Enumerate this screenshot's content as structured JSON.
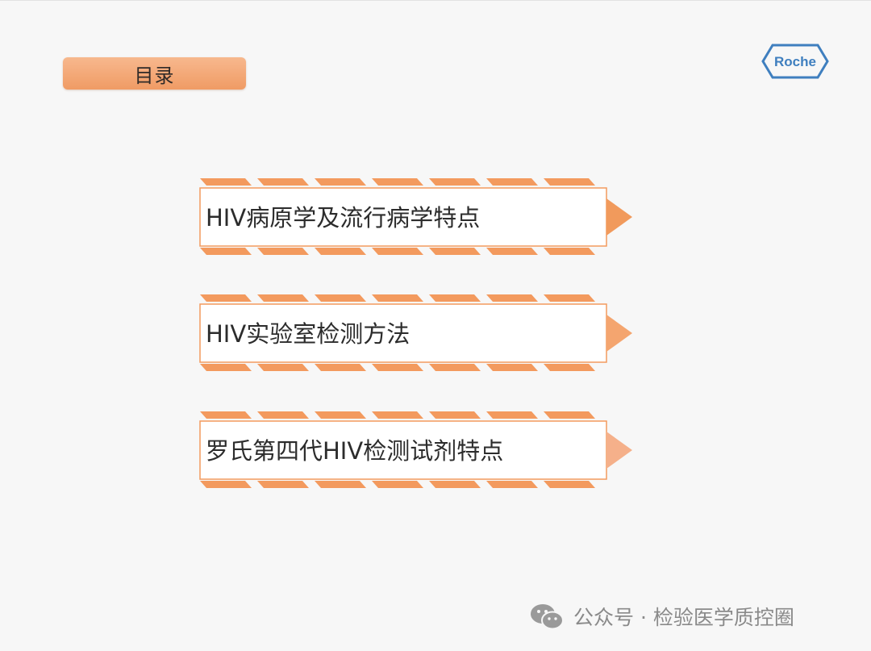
{
  "header": {
    "toc_title": "目录",
    "logo_text": "Roche",
    "logo_color": "#3f7fbf"
  },
  "toc": {
    "accent_color": "#f39a5e",
    "items": [
      {
        "label": "HIV病原学及流行病学特点",
        "arrow_color": "#f19a5c"
      },
      {
        "label": "HIV实验室检测方法",
        "arrow_color": "#f4a56f"
      },
      {
        "label": "罗氏第四代HIV检测试剂特点",
        "arrow_color": "#f5b08a"
      }
    ]
  },
  "watermark": {
    "icon": "wechat-icon",
    "text": "公众号 · 检验医学质控圈"
  }
}
